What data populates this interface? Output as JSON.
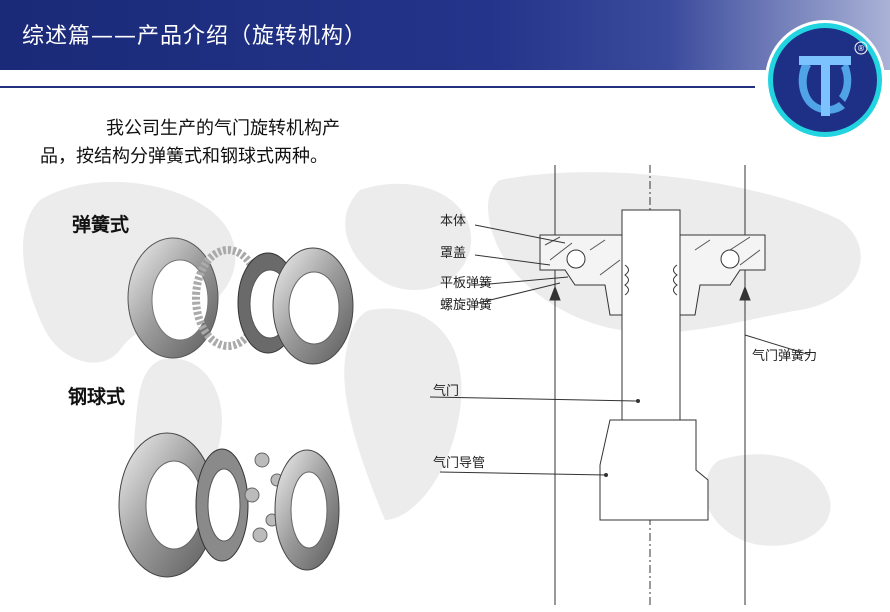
{
  "header": {
    "title": "综述篇——产品介绍（旋转机构）",
    "logo_mark": "®"
  },
  "intro": {
    "line1": "我公司生产的气门旋转机构产",
    "line2": "品，按结构分弹簧式和钢球式两种。"
  },
  "products": {
    "spring_label": "弹簧式",
    "ball_label": "钢球式"
  },
  "diagram": {
    "labels": {
      "body": "本体",
      "cover": "罩盖",
      "flat_spring": "平板弹簧",
      "coil_spring": "螺旋弹簧",
      "valve": "气门",
      "valve_guide": "气门导管",
      "valve_spring_force": "气门弹簧力"
    }
  },
  "colors": {
    "header_blue": "#1a2a78",
    "logo_ring": "#22d4e0",
    "logo_blue": "#1e2f86"
  }
}
